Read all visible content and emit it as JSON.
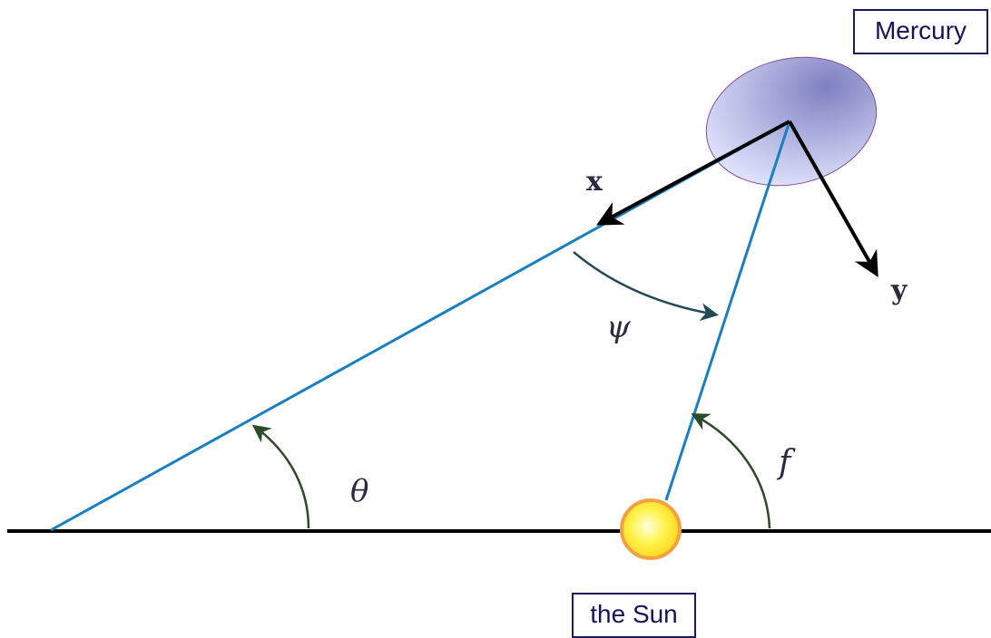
{
  "labels": {
    "mercury": "Mercury",
    "sun": "the Sun",
    "axis_x": "x",
    "axis_y": "y",
    "angle_theta": "θ",
    "angle_psi": "ψ",
    "angle_f": "f"
  },
  "colors": {
    "line_blue": "#1a7fc1",
    "axis_black": "#000000",
    "arc_green": "#2e4a2a",
    "arc_slate": "#244a5a",
    "sun_fill": "#ffe94a",
    "sun_stroke": "#f5a040",
    "mercury_fill_light": "#dfe4ff",
    "mercury_fill_dark": "#8a8cc8",
    "label_text": "#14145a"
  }
}
